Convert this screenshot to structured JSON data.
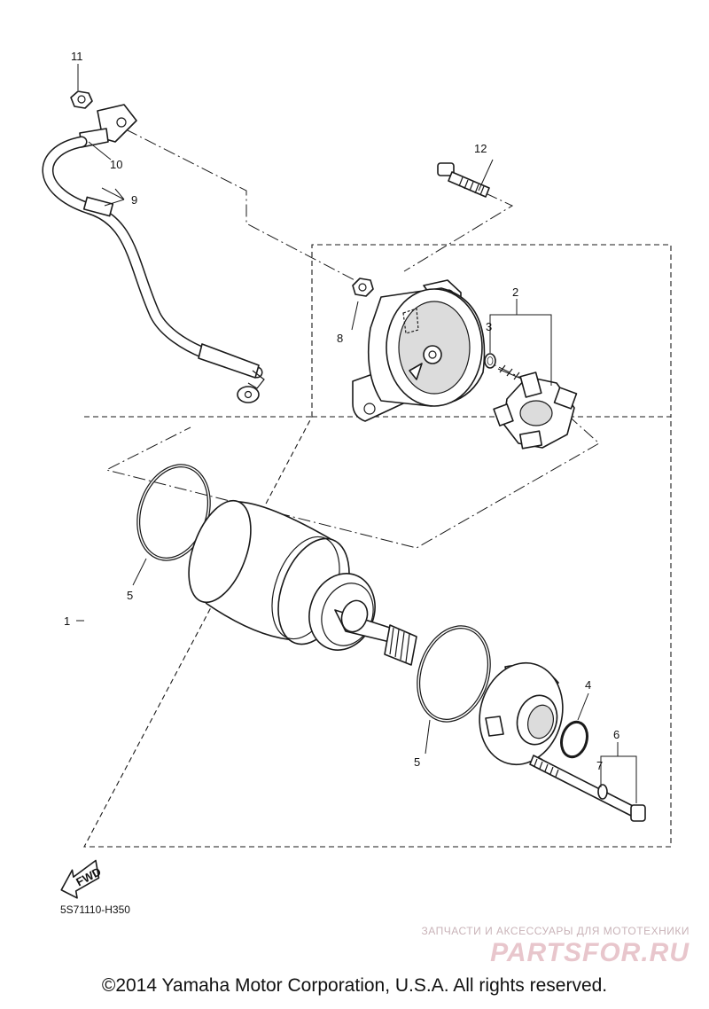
{
  "diagram": {
    "code": "5S71110-H350",
    "fwd_label": "FWD",
    "callouts": {
      "c1": "1",
      "c2": "2",
      "c3": "3",
      "c4": "4",
      "c5a": "5",
      "c5b": "5",
      "c6": "6",
      "c7": "7",
      "c8": "8",
      "c9": "9",
      "c10": "10",
      "c11": "11",
      "c12": "12"
    }
  },
  "watermark": {
    "caption": "ЗАПЧАСТИ И АКСЕССУАРЫ ДЛЯ МОТОТЕХНИКИ",
    "logo": "PARTSFOR.RU"
  },
  "footer": {
    "copyright": "©2014 Yamaha Motor Corporation, U.S.A. All rights reserved."
  }
}
